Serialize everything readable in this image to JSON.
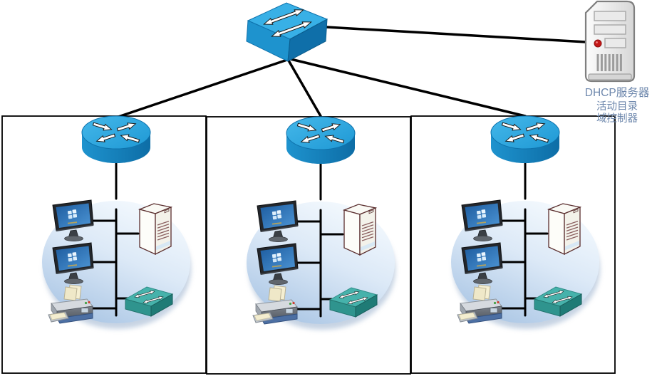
{
  "dhcp_server": {
    "line1": "DHCP服务器",
    "line2": "活动目录",
    "line3": "域控制器"
  },
  "colors": {
    "cisco_blue_top": "#38B0E6",
    "cisco_blue_front": "#1E93CE",
    "cisco_blue_side": "#0F6FA9",
    "teal_switch_top": "#46B2AB",
    "teal_switch_front": "#2F948E",
    "teal_switch_side": "#1F7B76",
    "subnet_cloud_top": "#F5FAFE",
    "subnet_cloud_bottom": "#A9C5E4",
    "edge_black": "#000000",
    "label_blue_gray": "#6D87AC",
    "server_led_red": "#C41818",
    "tower_server_outline": "#5A2E2E"
  },
  "topology": {
    "core_switch": {
      "type": "lan-switch"
    },
    "dhcp_server": {
      "type": "server",
      "labels": [
        "DHCP服务器",
        "活动目录",
        "域控制器"
      ]
    },
    "subnets": [
      {
        "id": "subnet-1",
        "router": "router",
        "devices": [
          "windows-pc",
          "windows-pc",
          "tower-server",
          "inkjet-printer",
          "workgroup-switch"
        ]
      },
      {
        "id": "subnet-2",
        "router": "router",
        "devices": [
          "windows-pc",
          "windows-pc",
          "tower-server",
          "inkjet-printer",
          "workgroup-switch"
        ]
      },
      {
        "id": "subnet-3",
        "router": "router",
        "devices": [
          "windows-pc",
          "windows-pc",
          "tower-server",
          "inkjet-printer",
          "workgroup-switch"
        ]
      }
    ],
    "links": [
      "core_switch - dhcp_server",
      "core_switch - subnet-1 router",
      "core_switch - subnet-2 router",
      "core_switch - subnet-3 router",
      "router - subnet bus",
      "subnet bus - each device"
    ]
  }
}
